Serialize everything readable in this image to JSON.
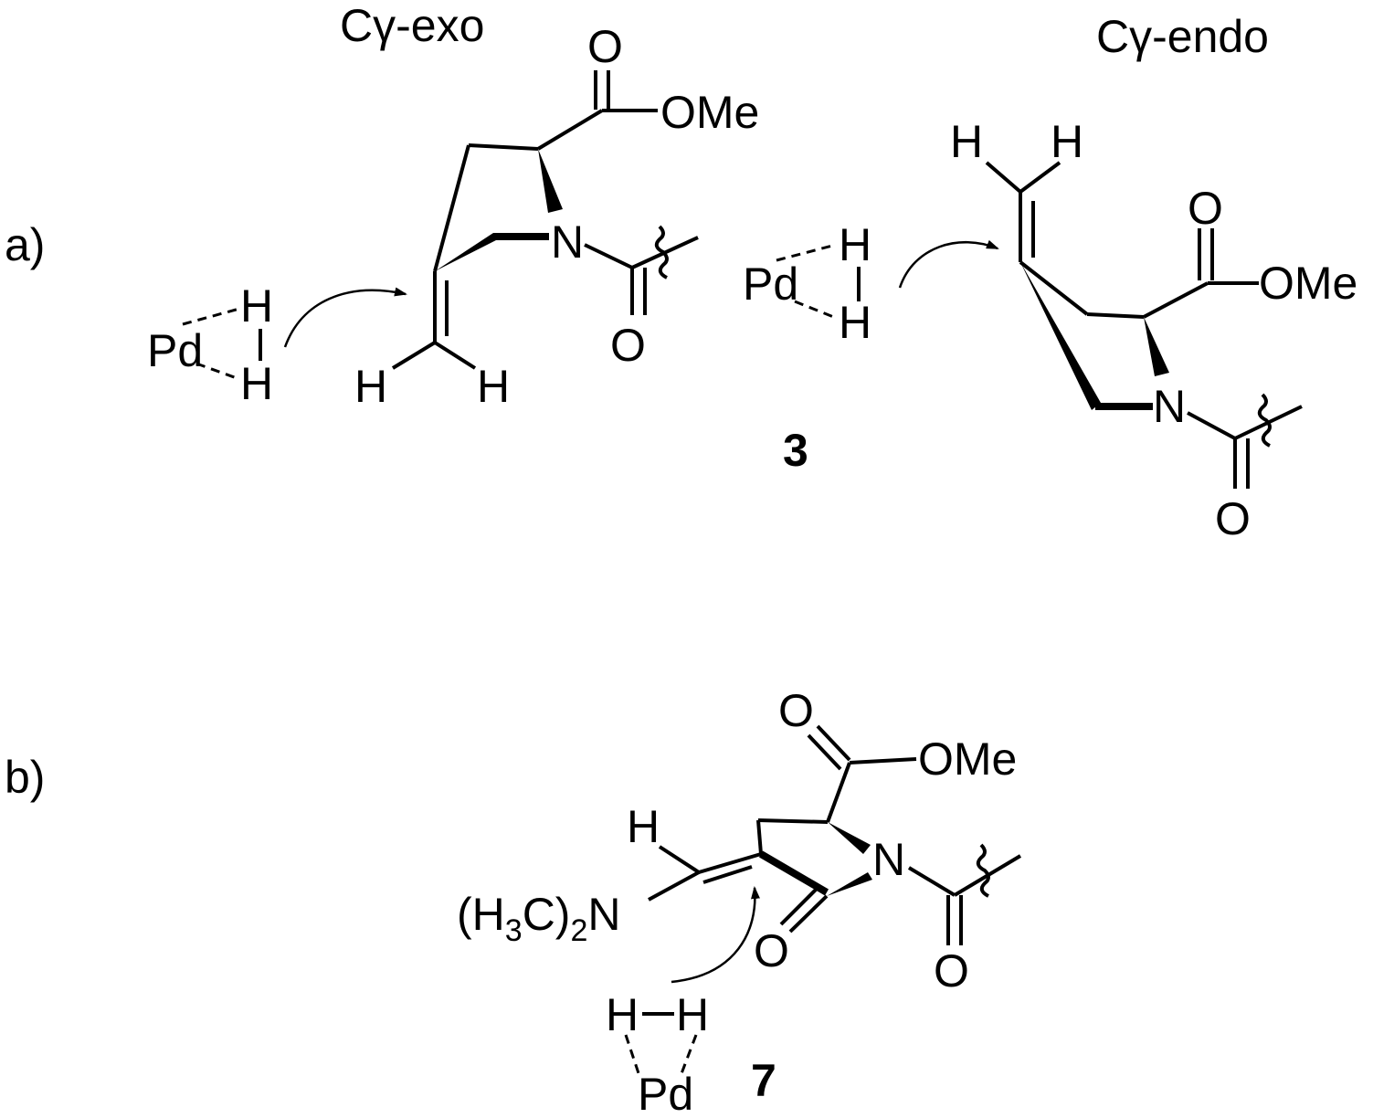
{
  "panels": [
    {
      "label": "a)",
      "conformers": [
        {
          "title": "Cγ-exo"
        },
        {
          "title": "Cγ-endo"
        }
      ],
      "compound_number": "3"
    },
    {
      "label": "b)",
      "compound_number": "7"
    }
  ],
  "atoms": {
    "O": "O",
    "OMe": "OMe",
    "N": "N",
    "H": "H",
    "Pd": "Pd",
    "dimethylamino_prefix": "(H",
    "dimethylamino_sub1": "3",
    "dimethylamino_mid": "C)",
    "dimethylamino_sub2": "2",
    "dimethylamino_suffix": "N"
  }
}
